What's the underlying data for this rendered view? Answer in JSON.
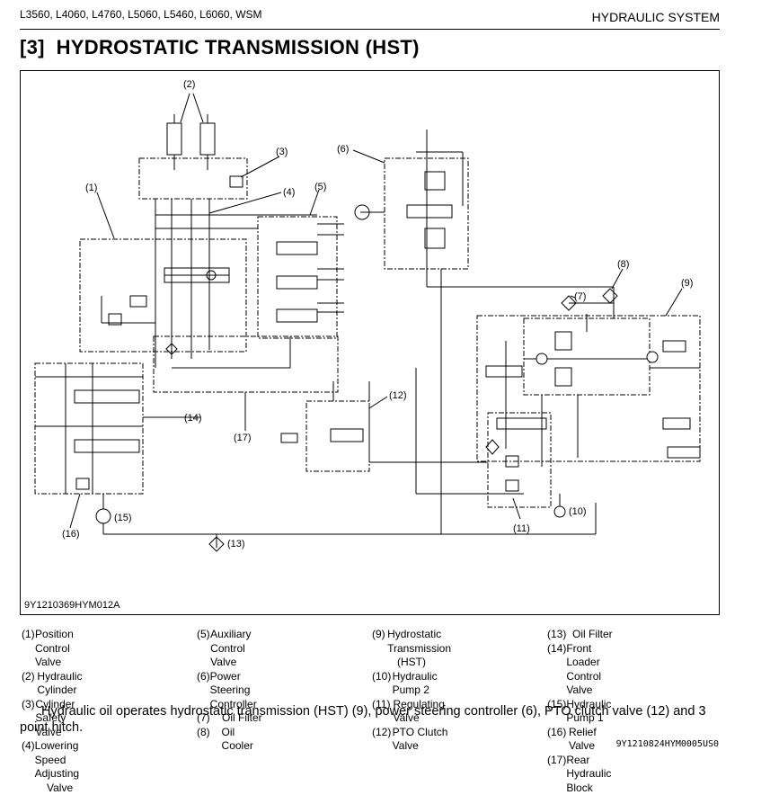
{
  "header": {
    "models": "L3560, L4060, L4760, L5060, L5460, L6060, WSM",
    "section": "HYDRAULIC SYSTEM"
  },
  "title": "[3]  HYDROSTATIC TRANSMISSION (HST)",
  "diagram": {
    "figure_code": "9Y1210369HYM012A",
    "callouts": [
      "(1)",
      "(2)",
      "(3)",
      "(4)",
      "(5)",
      "(6)",
      "(7)",
      "(8)",
      "(9)",
      "(10)",
      "(11)",
      "(12)",
      "(13)",
      "(14)",
      "(15)",
      "(16)",
      "(17)"
    ]
  },
  "legend": {
    "col1": [
      {
        "num": "(1)",
        "name": "Position Control Valve"
      },
      {
        "num": "(2)",
        "name": "Hydraulic Cylinder"
      },
      {
        "num": "(3)",
        "name": "Cylinder Safety Valve"
      },
      {
        "num": "(4)",
        "name": "Lowering Speed Adjusting"
      },
      {
        "num": "",
        "name": "Valve"
      }
    ],
    "col2": [
      {
        "num": "(5)",
        "name": "Auxiliary Control Valve"
      },
      {
        "num": "(6)",
        "name": "Power Steering Controller"
      },
      {
        "num": "(7)",
        "name": "Oil Filter"
      },
      {
        "num": "(8)",
        "name": "Oil Cooler"
      }
    ],
    "col3": [
      {
        "num": "(9)",
        "name": "Hydrostatic Transmission"
      },
      {
        "num": "",
        "name": "(HST)"
      },
      {
        "num": "(10)",
        "name": "Hydraulic Pump 2"
      },
      {
        "num": "(11)",
        "name": "Regulating Valve"
      },
      {
        "num": "(12)",
        "name": "PTO Clutch Valve"
      }
    ],
    "col4": [
      {
        "num": "(13)",
        "name": "Oil Filter"
      },
      {
        "num": "(14)",
        "name": "Front Loader Control Valve"
      },
      {
        "num": "(15)",
        "name": "Hydraulic Pump 1"
      },
      {
        "num": "(16)",
        "name": "Relief Valve"
      },
      {
        "num": "(17)",
        "name": "Rear Hydraulic Block"
      }
    ]
  },
  "description": "Hydraulic oil operates hydrostatic transmission (HST) (9), power steering controller (6), PTO clutch valve (12) and 3 point hitch.",
  "document_code": "9Y1210824HYM0005US0"
}
